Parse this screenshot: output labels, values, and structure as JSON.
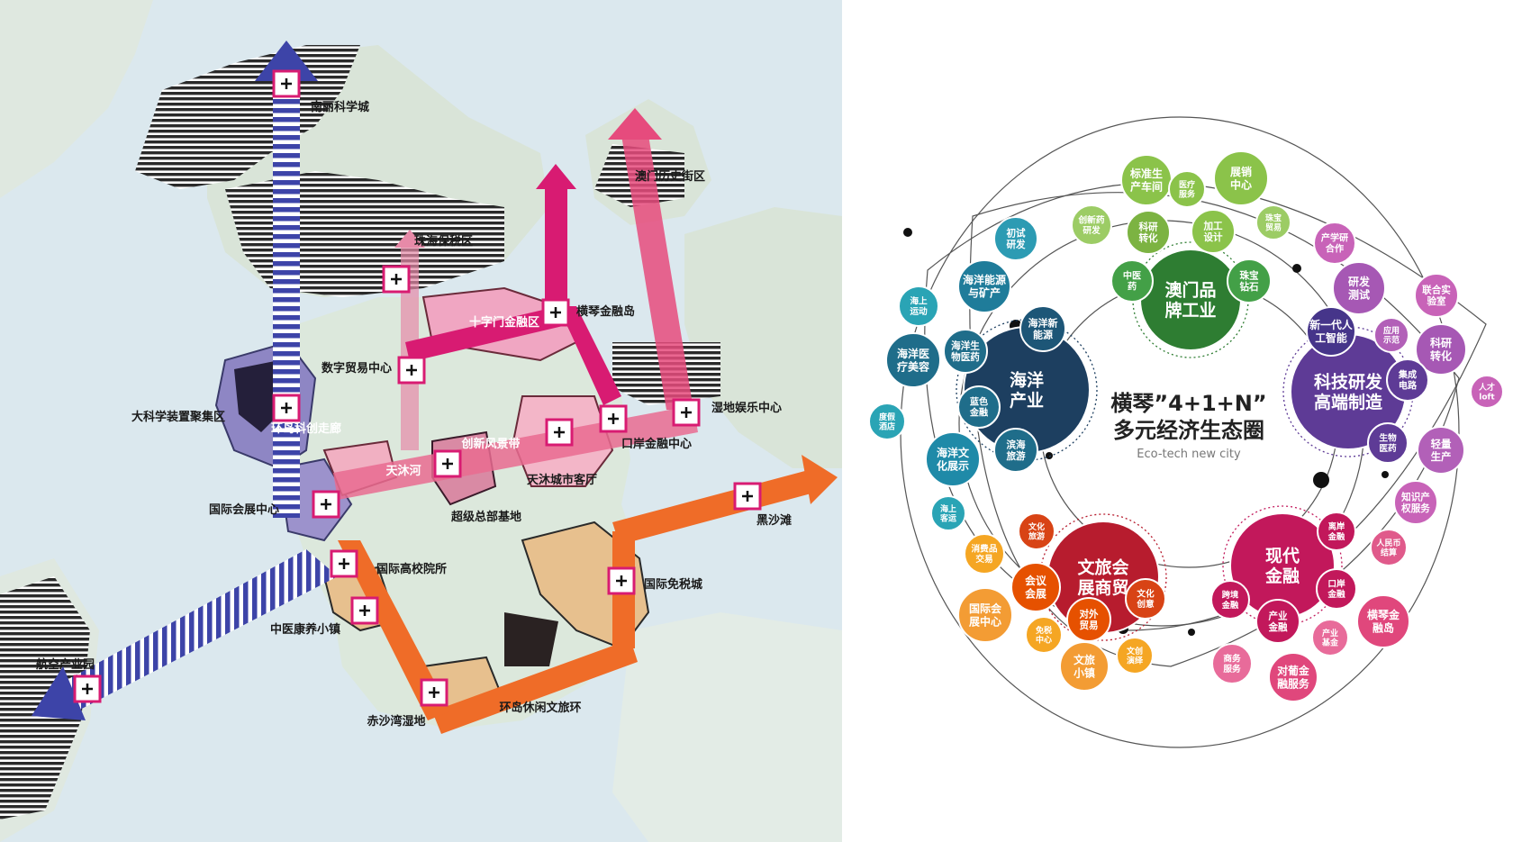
{
  "map": {
    "zones": [
      {
        "id": "nanfang",
        "label": "南丽科学城"
      },
      {
        "id": "macau-street",
        "label": "澳门历史街区"
      },
      {
        "id": "bonded",
        "label": "珠海保税区"
      },
      {
        "id": "hengqin-fin",
        "label": "横琴金融岛"
      },
      {
        "id": "cross-fin",
        "label": "十字门金融区"
      },
      {
        "id": "digital-trade",
        "label": "数字贸易中心"
      },
      {
        "id": "big-sci",
        "label": "大科学装置聚集区"
      },
      {
        "id": "corridor",
        "label": "环岛科创走廊"
      },
      {
        "id": "leisure-center",
        "label": "湿地娱乐中心"
      },
      {
        "id": "port-fin",
        "label": "口岸金融中心"
      },
      {
        "id": "innovation-belt",
        "label": "创新风景带"
      },
      {
        "id": "tianmu",
        "label": "天沐河"
      },
      {
        "id": "tianmu-hall",
        "label": "天沐城市客厅"
      },
      {
        "id": "super-hq",
        "label": "超级总部基地"
      },
      {
        "id": "expo",
        "label": "国际会展中心"
      },
      {
        "id": "black-sand",
        "label": "黑沙滩"
      },
      {
        "id": "univ",
        "label": "国际高校院所"
      },
      {
        "id": "dutyfree",
        "label": "国际免税城"
      },
      {
        "id": "tcm",
        "label": "中医康养小镇"
      },
      {
        "id": "aero",
        "label": "航空产业园"
      },
      {
        "id": "ring",
        "label": "环岛休闲文旅环"
      },
      {
        "id": "wetland",
        "label": "赤沙湾湿地"
      }
    ]
  },
  "eco": {
    "title_line1": "横琴”4+1+N”",
    "title_line2": "多元经济生态圈",
    "subtitle": "Eco-tech new city",
    "colors": {
      "navy": "#1d3f60",
      "green": "#2e7d32",
      "purple": "#5e3b96",
      "red": "#b71c2e",
      "magenta": "#c2185b"
    },
    "core": [
      {
        "id": "core-ocean",
        "label": "海洋产业"
      },
      {
        "id": "core-macau",
        "label": "澳门品牌工业"
      },
      {
        "id": "core-tech",
        "label": "科技研发高端制造"
      },
      {
        "id": "core-culture",
        "label": "文旅会展商贸"
      },
      {
        "id": "core-finance",
        "label": "现代金融"
      }
    ],
    "bubbles": [
      {
        "id": "b1",
        "label": "标准生产车间"
      },
      {
        "id": "b2",
        "label": "医疗服务"
      },
      {
        "id": "b3",
        "label": "展销中心"
      },
      {
        "id": "b4",
        "label": "创新药研发"
      },
      {
        "id": "b5",
        "label": "科研转化"
      },
      {
        "id": "b6",
        "label": "加工设计"
      },
      {
        "id": "b7",
        "label": "珠宝贸易"
      },
      {
        "id": "b8",
        "label": "中医药"
      },
      {
        "id": "b9",
        "label": "珠宝钻石"
      },
      {
        "id": "b10",
        "label": "初试研发"
      },
      {
        "id": "b11",
        "label": "海洋能源与矿产"
      },
      {
        "id": "b12",
        "label": "海洋新能源"
      },
      {
        "id": "b13",
        "label": "海上运动"
      },
      {
        "id": "b14",
        "label": "海洋生物医药"
      },
      {
        "id": "b15",
        "label": "海洋医疗美容"
      },
      {
        "id": "b16",
        "label": "蓝色金融"
      },
      {
        "id": "b17",
        "label": "度假酒店"
      },
      {
        "id": "b18",
        "label": "滨海旅游"
      },
      {
        "id": "b19",
        "label": "海洋文化展示"
      },
      {
        "id": "b20",
        "label": "海上客运"
      },
      {
        "id": "b21",
        "label": "产学研合作"
      },
      {
        "id": "b22",
        "label": "研发测试"
      },
      {
        "id": "b23",
        "label": "联合实验室"
      },
      {
        "id": "b24",
        "label": "新一代人工智能"
      },
      {
        "id": "b25",
        "label": "应用示范"
      },
      {
        "id": "b26",
        "label": "科研转化"
      },
      {
        "id": "b27",
        "label": "集成电路"
      },
      {
        "id": "b28",
        "label": "人才loft"
      },
      {
        "id": "b29",
        "label": "生物医药"
      },
      {
        "id": "b30",
        "label": "轻量生产"
      },
      {
        "id": "b31",
        "label": "知识产权服务"
      },
      {
        "id": "b32",
        "label": "文化旅游"
      },
      {
        "id": "b33",
        "label": "消费品交易"
      },
      {
        "id": "b34",
        "label": "会议会展"
      },
      {
        "id": "b35",
        "label": "文化创意"
      },
      {
        "id": "b36",
        "label": "国际会展中心"
      },
      {
        "id": "b37",
        "label": "对外贸易"
      },
      {
        "id": "b38",
        "label": "免税中心"
      },
      {
        "id": "b39",
        "label": "文创演绎"
      },
      {
        "id": "b40",
        "label": "文旅小镇"
      },
      {
        "id": "b41",
        "label": "离岸金融"
      },
      {
        "id": "b42",
        "label": "人民币结算"
      },
      {
        "id": "b43",
        "label": "跨境金融"
      },
      {
        "id": "b44",
        "label": "口岸金融"
      },
      {
        "id": "b45",
        "label": "产业金融"
      },
      {
        "id": "b46",
        "label": "横琴金融岛"
      },
      {
        "id": "b47",
        "label": "产业基金"
      },
      {
        "id": "b48",
        "label": "商务服务"
      },
      {
        "id": "b49",
        "label": "对葡金融服务"
      }
    ]
  }
}
